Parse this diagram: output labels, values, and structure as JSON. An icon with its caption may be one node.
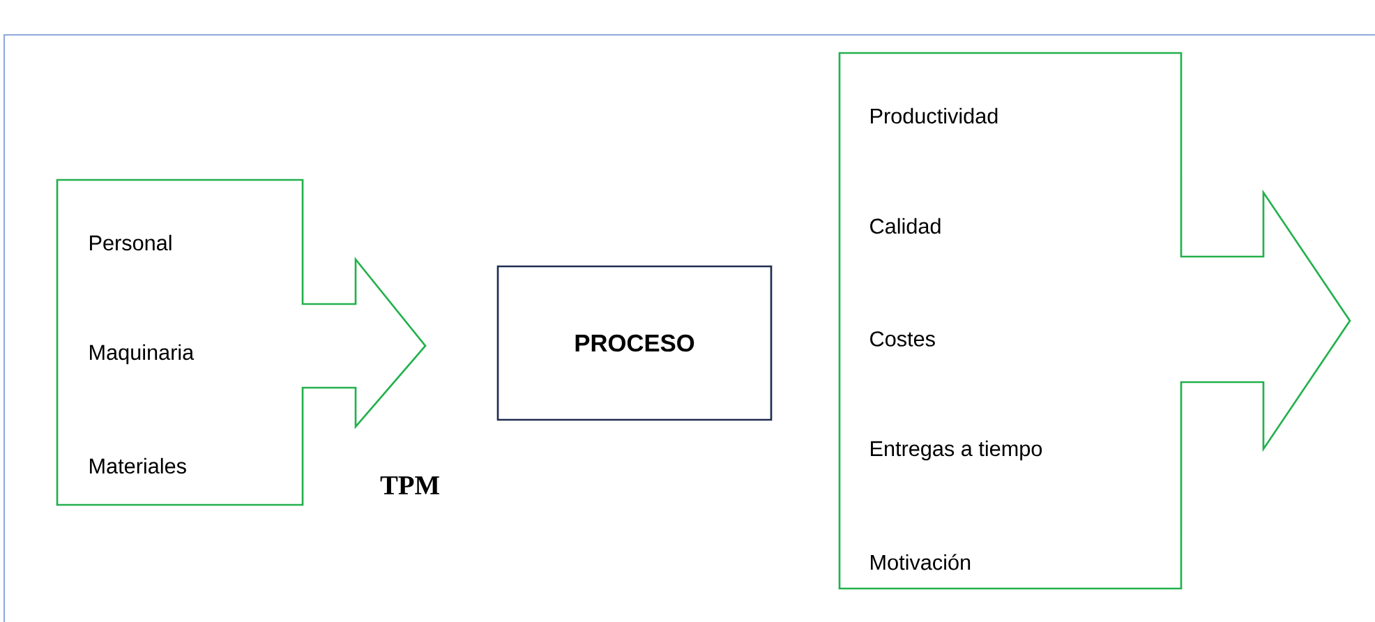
{
  "diagram": {
    "nodes": [
      {
        "text": [
          "Personal",
          "Maquinaria",
          "Materiales"
        ]
      },
      {
        "text": [
          "PROCESO"
        ]
      },
      {
        "text": [
          "Productividad",
          "Calidad",
          "Costes",
          "Entregas a tiempo",
          "Motivación"
        ]
      }
    ],
    "labels": [
      "TPM"
    ]
  }
}
